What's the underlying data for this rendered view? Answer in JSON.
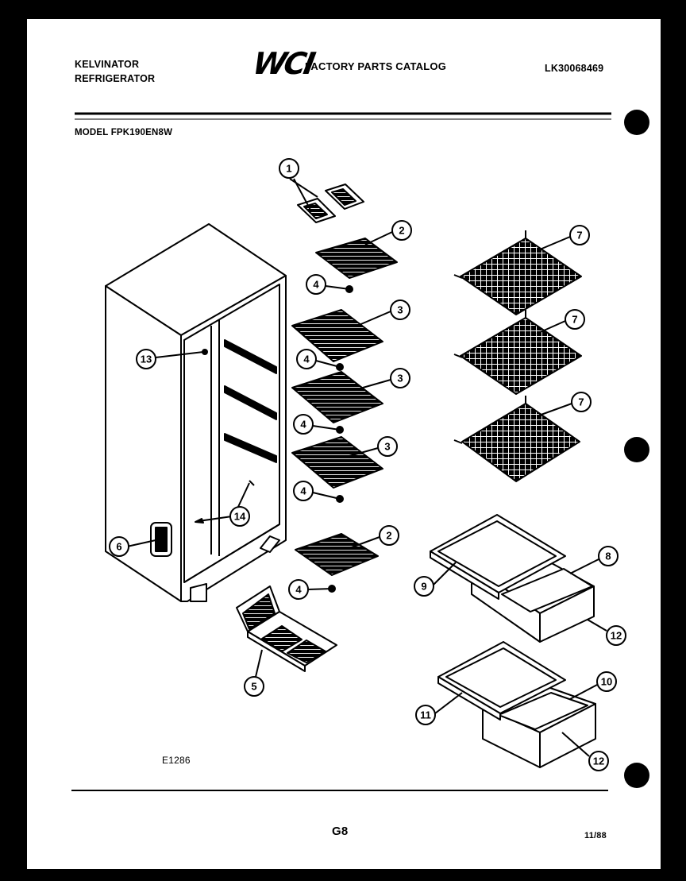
{
  "header": {
    "brand_line1": "KELVINATOR",
    "brand_line2": "REFRIGERATOR",
    "logo": "WCI",
    "catalog_title": "FACTORY PARTS CATALOG",
    "catalog_number": "LK30068469",
    "model": "MODEL FPK190EN8W"
  },
  "diagram": {
    "drawing_code": "E1286",
    "callouts": [
      "1",
      "2",
      "4",
      "3",
      "4",
      "3",
      "4",
      "3",
      "4",
      "2",
      "4",
      "5",
      "6",
      "13",
      "14",
      "7",
      "7",
      "7",
      "8",
      "9",
      "12",
      "10",
      "11",
      "12"
    ]
  },
  "footer": {
    "page_code": "G8",
    "date": "11/88"
  }
}
